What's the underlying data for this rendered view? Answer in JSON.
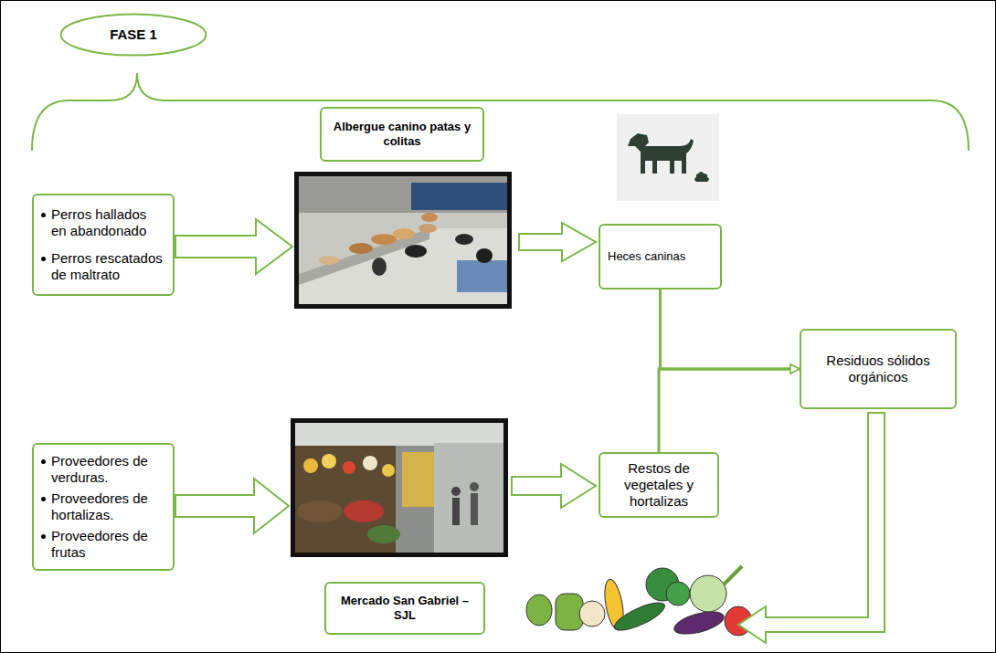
{
  "diagram": {
    "nodes": [
      {
        "text": [
          "FASE 1"
        ]
      },
      {
        "text": [
          "Albergue canino patas y colitas"
        ]
      },
      {
        "text": [
          "Perros hallados en abandonado",
          "Perros rescatados de maltrato"
        ]
      },
      {
        "text": [
          "Heces caninas"
        ]
      },
      {
        "text": [
          "Residuos sólidos orgánicos"
        ]
      },
      {
        "text": [
          "Proveedores de verduras.",
          "Proveedores de hortalizas.",
          "Proveedores de frutas"
        ]
      },
      {
        "text": [
          "Restos de vegetales y hortalizas"
        ]
      },
      {
        "text": [
          "Mercado San Gabriel – SJL"
        ]
      }
    ],
    "edges": [
      {
        "from": 3,
        "to": 4,
        "arrow": "to"
      },
      {
        "from": 6,
        "to": 4,
        "arrow": "to"
      }
    ]
  }
}
